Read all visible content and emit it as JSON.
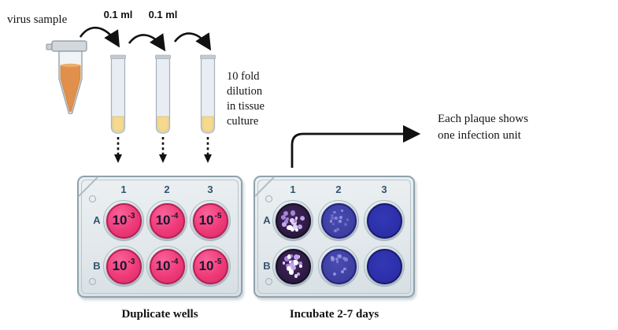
{
  "annotations": {
    "virus_sample": "virus sample",
    "volume_labels": [
      "0.1 ml",
      "0.1 ml"
    ],
    "dilution_note_lines": [
      "10 fold",
      "dilution",
      "in tissue",
      "culture"
    ],
    "plaque_note_lines": [
      "Each plaque shows",
      "one infection unit"
    ]
  },
  "plates": {
    "left": {
      "caption": "Duplicate wells",
      "column_headers": [
        "1",
        "2",
        "3"
      ],
      "row_labels": [
        "A",
        "B"
      ],
      "wells": [
        {
          "row": "A",
          "col": "1",
          "type": "dilution",
          "label_base": "10",
          "label_exp": "-3"
        },
        {
          "row": "A",
          "col": "2",
          "type": "dilution",
          "label_base": "10",
          "label_exp": "-4"
        },
        {
          "row": "A",
          "col": "3",
          "type": "dilution",
          "label_base": "10",
          "label_exp": "-5"
        },
        {
          "row": "B",
          "col": "1",
          "type": "dilution",
          "label_base": "10",
          "label_exp": "-3"
        },
        {
          "row": "B",
          "col": "2",
          "type": "dilution",
          "label_base": "10",
          "label_exp": "-4"
        },
        {
          "row": "B",
          "col": "3",
          "type": "dilution",
          "label_base": "10",
          "label_exp": "-5"
        }
      ]
    },
    "right": {
      "caption": "Incubate 2-7 days",
      "column_headers": [
        "1",
        "2",
        "3"
      ],
      "row_labels": [
        "A",
        "B"
      ],
      "wells": [
        {
          "row": "A",
          "col": "1",
          "type": "plaques-dense",
          "plaque_count": 24,
          "seed": 7
        },
        {
          "row": "A",
          "col": "2",
          "type": "plaques-sparse",
          "plaque_count": 15,
          "seed": 11
        },
        {
          "row": "A",
          "col": "3",
          "type": "confluent",
          "plaque_count": 0,
          "seed": 1
        },
        {
          "row": "B",
          "col": "1",
          "type": "plaques-dense",
          "plaque_count": 22,
          "seed": 23
        },
        {
          "row": "B",
          "col": "2",
          "type": "plaques-sparse",
          "plaque_count": 14,
          "seed": 31
        },
        {
          "row": "B",
          "col": "3",
          "type": "confluent",
          "plaque_count": 0,
          "seed": 2
        }
      ]
    }
  },
  "colors": {
    "dilution_well": "#EE3A78",
    "dilution_well_border": "#B81F52",
    "dense_well": "#2D1A42",
    "sparse_well": "#3D3EA0",
    "confluent_well": "#2B2EA6",
    "plate_body": "#E2E8EB",
    "plate_border": "#8FA2AC",
    "label_blue": "#33536F",
    "virus_liquid": "#E0904A",
    "tube_liquid": "#F5D98E",
    "arrow": "#111111",
    "plaque_dots_dense": [
      "#FFFFFF",
      "#E2D2F5",
      "#C3A6E8",
      "#A684D6"
    ],
    "plaque_dots_sparse": [
      "#8A8AD8",
      "#6F6FC6",
      "#9D9DE0"
    ]
  }
}
